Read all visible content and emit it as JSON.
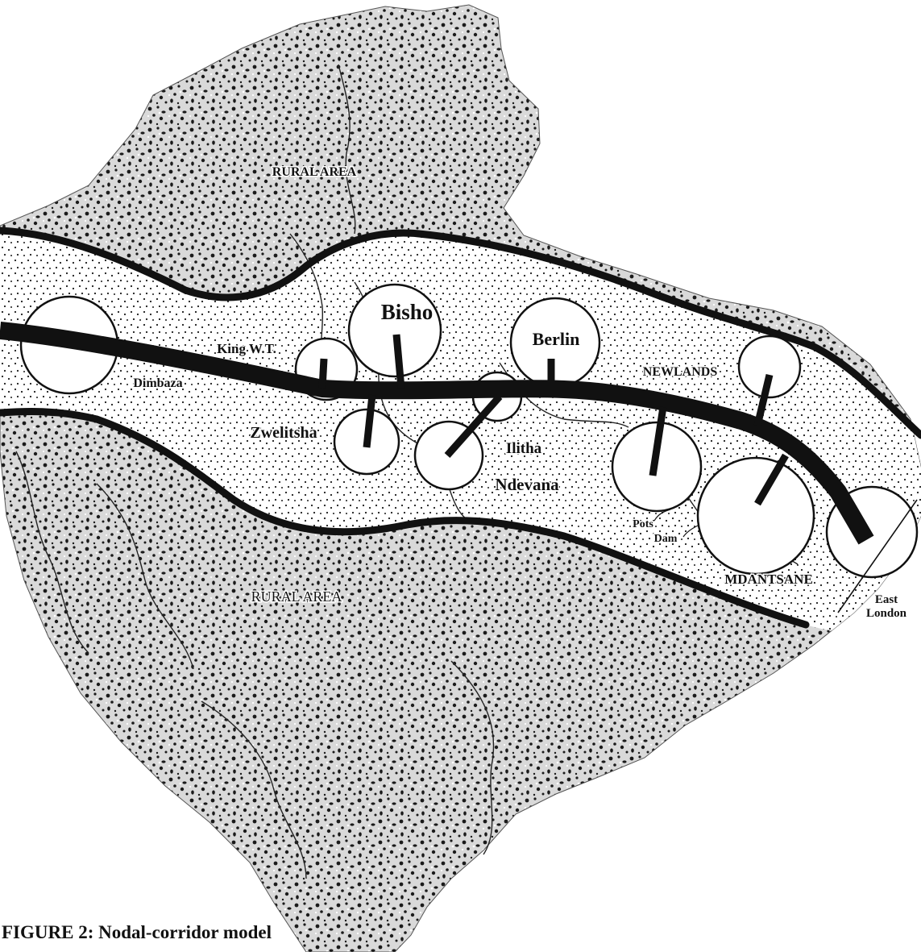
{
  "caption": "FIGURE 2: Nodal-corridor model",
  "areas": {
    "rural_north": "RURAL AREA",
    "rural_south": "RURAL AREA"
  },
  "nodes": {
    "bisho": "Bisho",
    "berlin": "Berlin",
    "king_wt": "King W.T.",
    "dimbaza": "Dimbaza",
    "zwelitsha": "Zwelitsha",
    "ilitha": "Ilitha",
    "ndevana": "Ndevana",
    "newlands": "NEWLANDS",
    "pots": "Pots",
    "dam": "Dam",
    "mdantsane": "MDANTSANE",
    "east": "East",
    "london": "London"
  },
  "colors": {
    "ink": "#111111",
    "stipple": "#1a1a1a",
    "paper": "#ffffff"
  }
}
